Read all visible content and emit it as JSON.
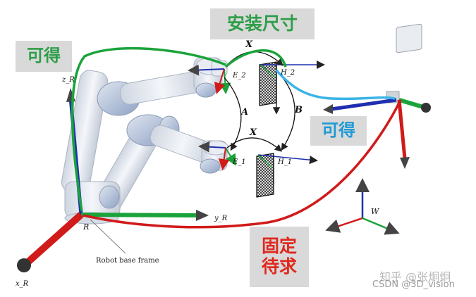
{
  "tags": {
    "install_size": {
      "text": "安装尺寸",
      "color": "#2f9e4a"
    },
    "obtain_left": {
      "text": "可得",
      "color": "#2f9e4a"
    },
    "obtain_right": {
      "text": "可得",
      "color": "#1e9ad6"
    },
    "fixed_line1": {
      "text": "固定",
      "color": "#e0281e"
    },
    "fixed_line2": {
      "text": "待求",
      "color": "#e0281e"
    }
  },
  "labels": {
    "z_r": "z_R",
    "x_r": "x_R",
    "y_r": "y_R",
    "r": "R",
    "robot_base": "Robot base frame",
    "x_top": "X",
    "x_bottom": "X",
    "a": "A",
    "b": "B",
    "e2": "E_2",
    "e1": "E_1",
    "h2": "H_2",
    "h1": "H_1",
    "w": "W"
  },
  "watermarks": {
    "zhihu": "知乎 @张炯炯",
    "csdn": "CSDN @3D_vision"
  },
  "colors": {
    "green": "#1aa33a",
    "blue": "#1f2fb0",
    "red": "#d11a1a",
    "cyan": "#3ab3e6",
    "robot": "#e8ecf2",
    "robot_shade": "#c7cfdc"
  }
}
